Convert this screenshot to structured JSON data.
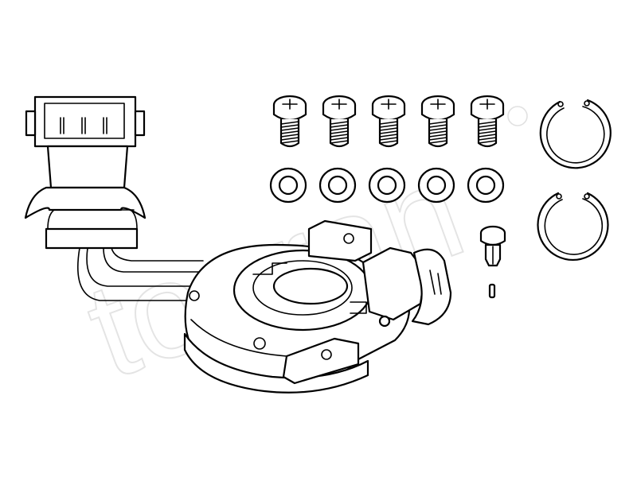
{
  "diagram": {
    "watermark_text": "topran",
    "watermark_mark": "®",
    "parts": {
      "screw_count": 5,
      "washer_count": 5,
      "circlip_count": 2
    }
  }
}
